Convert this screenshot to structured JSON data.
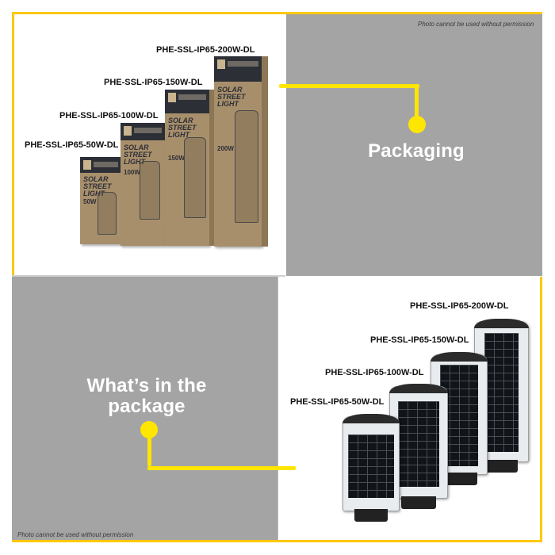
{
  "colors": {
    "frame_yellow": "#ffc800",
    "connector_yellow": "#ffe600",
    "panel_gray": "#a5a4a5",
    "white": "#ffffff",
    "heading_text": "#ffffff"
  },
  "top_left": {
    "image": "solar-street-light-boxes",
    "models": [
      {
        "label": "PHE-SSL-IP65-200W-DL",
        "watt": "200W"
      },
      {
        "label": "PHE-SSL-IP65-150W-DL",
        "watt": "150W"
      },
      {
        "label": "PHE-SSL-IP65-100W-DL",
        "watt": "100W"
      },
      {
        "label": "PHE-SSL-IP65-50W-DL",
        "watt": "50W"
      }
    ],
    "box_title": "SOLAR STREET LIGHT",
    "box_side_text": "SOLAR STREET LIGHT"
  },
  "top_right": {
    "caption": "Photo cannot be used without permission",
    "heading": "Packaging"
  },
  "bottom_left": {
    "heading_line1": "What’s in the",
    "heading_line2": "package",
    "caption": "Photo cannot be used without permission"
  },
  "bottom_right": {
    "image": "solar-street-light-units",
    "models": [
      {
        "label": "PHE-SSL-IP65-200W-DL"
      },
      {
        "label": "PHE-SSL-IP65-150W-DL"
      },
      {
        "label": "PHE-SSL-IP65-100W-DL"
      },
      {
        "label": "PHE-SSL-IP65-50W-DL"
      }
    ]
  }
}
